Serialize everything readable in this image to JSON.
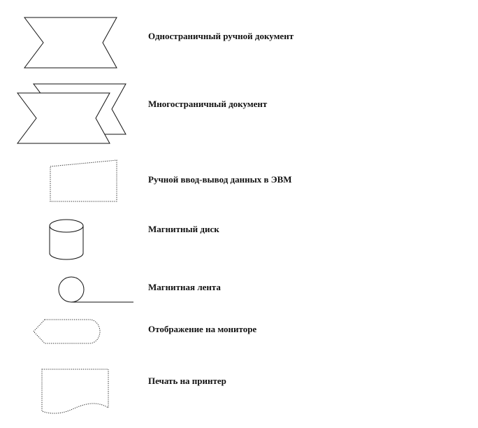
{
  "legend": {
    "items": [
      {
        "label": "Одностраничный ручной документ",
        "icon": "single-page-document-icon"
      },
      {
        "label": "Многостраничный документ",
        "icon": "multi-page-document-icon"
      },
      {
        "label": "Ручной ввод-вывод данных в ЭВМ",
        "icon": "manual-input-icon"
      },
      {
        "label": "Магнитный диск",
        "icon": "magnetic-disk-icon"
      },
      {
        "label": "Магнитная лента",
        "icon": "magnetic-tape-icon"
      },
      {
        "label": "Отображение на мониторе",
        "icon": "display-icon"
      },
      {
        "label": "Печать на принтер",
        "icon": "printed-document-icon"
      }
    ]
  }
}
